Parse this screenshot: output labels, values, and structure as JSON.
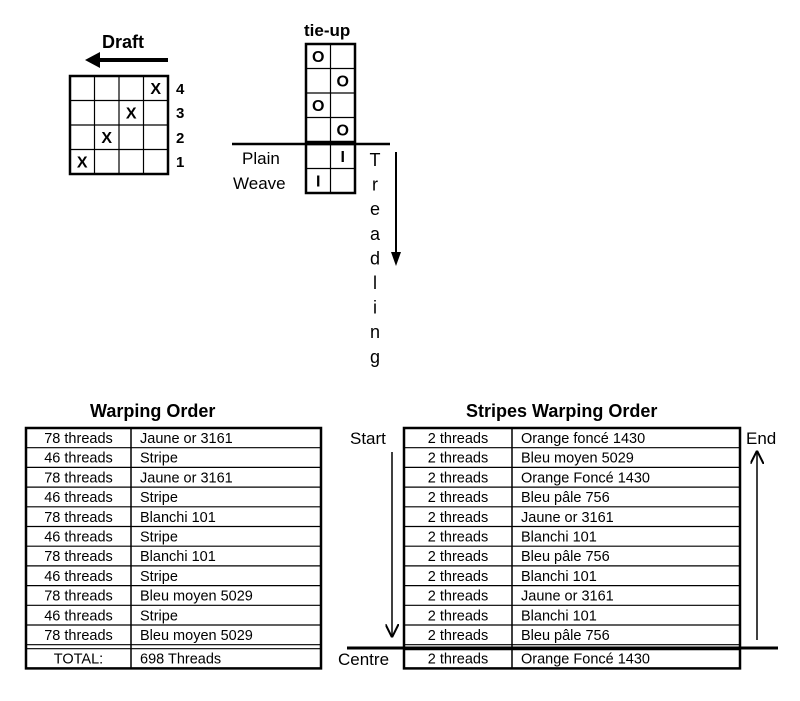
{
  "draft": {
    "title": "Draft",
    "marks": [
      {
        "row": 0,
        "col": 3,
        "symbol": "X"
      },
      {
        "row": 1,
        "col": 2,
        "symbol": "X"
      },
      {
        "row": 2,
        "col": 1,
        "symbol": "X"
      },
      {
        "row": 3,
        "col": 0,
        "symbol": "X"
      }
    ],
    "shaft_labels": [
      "4",
      "3",
      "2",
      "1"
    ]
  },
  "tieup": {
    "title": "tie-up",
    "marks": [
      {
        "row": 0,
        "col": 0,
        "symbol": "O"
      },
      {
        "row": 1,
        "col": 1,
        "symbol": "O"
      },
      {
        "row": 2,
        "col": 0,
        "symbol": "O"
      },
      {
        "row": 3,
        "col": 1,
        "symbol": "O"
      }
    ]
  },
  "treadling": {
    "label": "Treadling",
    "plain_weave_label": [
      "Plain",
      "Weave"
    ],
    "marks": [
      {
        "row": 0,
        "col": 1,
        "symbol": "I"
      },
      {
        "row": 1,
        "col": 0,
        "symbol": "I"
      }
    ]
  },
  "warping_order": {
    "title": "Warping Order",
    "rows": [
      {
        "count": "78 threads",
        "color": "Jaune or 3161"
      },
      {
        "count": "46 threads",
        "color": "Stripe"
      },
      {
        "count": "78 threads",
        "color": "Jaune or 3161"
      },
      {
        "count": "46 threads",
        "color": "Stripe"
      },
      {
        "count": "78 threads",
        "color": "Blanchi 101"
      },
      {
        "count": "46 threads",
        "color": "Stripe"
      },
      {
        "count": "78 threads",
        "color": "Blanchi 101"
      },
      {
        "count": "46 threads",
        "color": "Stripe"
      },
      {
        "count": "78 threads",
        "color": "Bleu moyen 5029"
      },
      {
        "count": "46 threads",
        "color": "Stripe"
      },
      {
        "count": "78 threads",
        "color": "Bleu moyen 5029"
      }
    ],
    "total_label": "TOTAL:",
    "total_value": "698 Threads"
  },
  "stripes_order": {
    "title": "Stripes Warping Order",
    "start_label": "Start",
    "end_label": "End",
    "centre_label": "Centre",
    "rows": [
      {
        "count": "2 threads",
        "color": "Orange foncé 1430"
      },
      {
        "count": "2 threads",
        "color": "Bleu moyen 5029"
      },
      {
        "count": "2 threads",
        "color": "Orange Foncé 1430"
      },
      {
        "count": "2 threads",
        "color": "Bleu pâle 756"
      },
      {
        "count": "2 threads",
        "color": "Jaune or 3161"
      },
      {
        "count": "2 threads",
        "color": "Blanchi 101"
      },
      {
        "count": "2 threads",
        "color": "Bleu pâle 756"
      },
      {
        "count": "2 threads",
        "color": "Blanchi 101"
      },
      {
        "count": "2 threads",
        "color": "Jaune or 3161"
      },
      {
        "count": "2 threads",
        "color": "Blanchi 101"
      },
      {
        "count": "2 threads",
        "color": "Bleu pâle 756"
      }
    ],
    "centre_row": {
      "count": "2 threads",
      "color": "Orange Foncé 1430"
    }
  }
}
